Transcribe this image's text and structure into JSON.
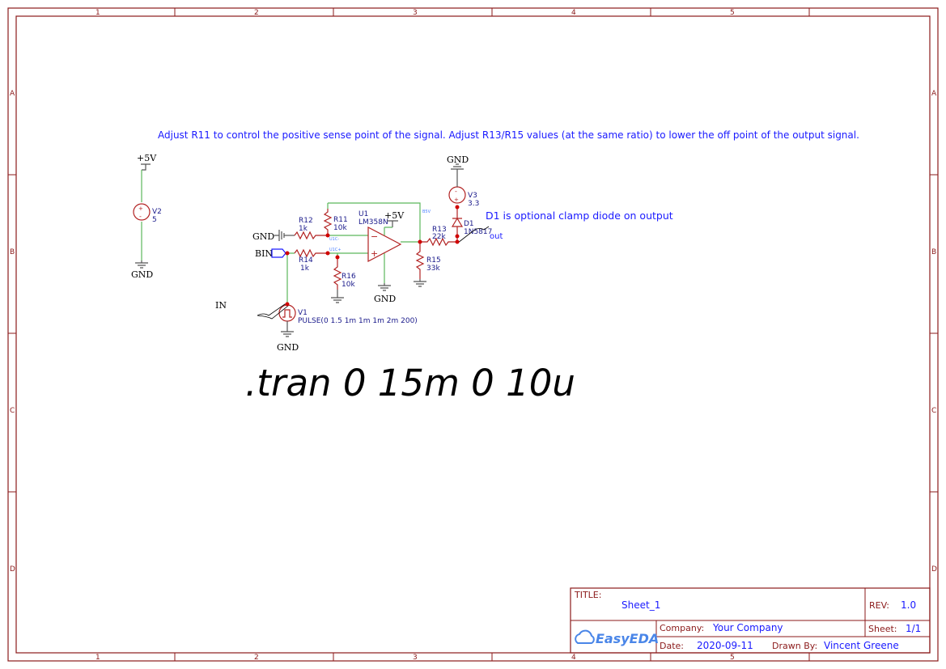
{
  "frame": {
    "columns": [
      "1",
      "2",
      "3",
      "4",
      "5"
    ],
    "rows": [
      "A",
      "B",
      "C",
      "D"
    ]
  },
  "notes": {
    "main": "Adjust R11 to control the positive sense point of the signal. Adjust R13/R15 values (at the same ratio) to lower the off point of the output signal.",
    "diode": "D1 is optional clamp diode on output",
    "spice": ".tran 0 15m 0 10u"
  },
  "components": {
    "v2": {
      "ref": "V2",
      "value": "5"
    },
    "v1": {
      "ref": "V1",
      "value": "PULSE(0 1.5 1m 1m 1m 2m 200)"
    },
    "v3": {
      "ref": "V3",
      "value": "3.3"
    },
    "u1": {
      "ref": "U1",
      "value": "LM358N"
    },
    "r11": {
      "ref": "R11",
      "value": "10k"
    },
    "r12": {
      "ref": "R12",
      "value": "1k"
    },
    "r13": {
      "ref": "R13",
      "value": "22k"
    },
    "r14": {
      "ref": "R14",
      "value": "1k"
    },
    "r15": {
      "ref": "R15",
      "value": "33k"
    },
    "r16": {
      "ref": "R16",
      "value": "10k"
    },
    "d1": {
      "ref": "D1",
      "value": "1N5817"
    }
  },
  "nets": {
    "p5v": "+5V",
    "gnd": "GND",
    "bin": "BIN",
    "in": "IN",
    "out": "out",
    "u1c_minus": "U1C-",
    "u1c_plus": "U1C+",
    "b5v": "B5V",
    "op_minus": "−",
    "op_plus": "+"
  },
  "title_block": {
    "title_label": "TITLE:",
    "title": "Sheet_1",
    "rev_label": "REV:",
    "rev": "1.0",
    "company_label": "Company:",
    "company": "Your Company",
    "sheet_label": "Sheet:",
    "sheet": "1/1",
    "date_label": "Date:",
    "date": "2020-09-11",
    "drawn_label": "Drawn By:",
    "drawn_by": "Vincent Greene",
    "logo": "EasyEDA"
  }
}
